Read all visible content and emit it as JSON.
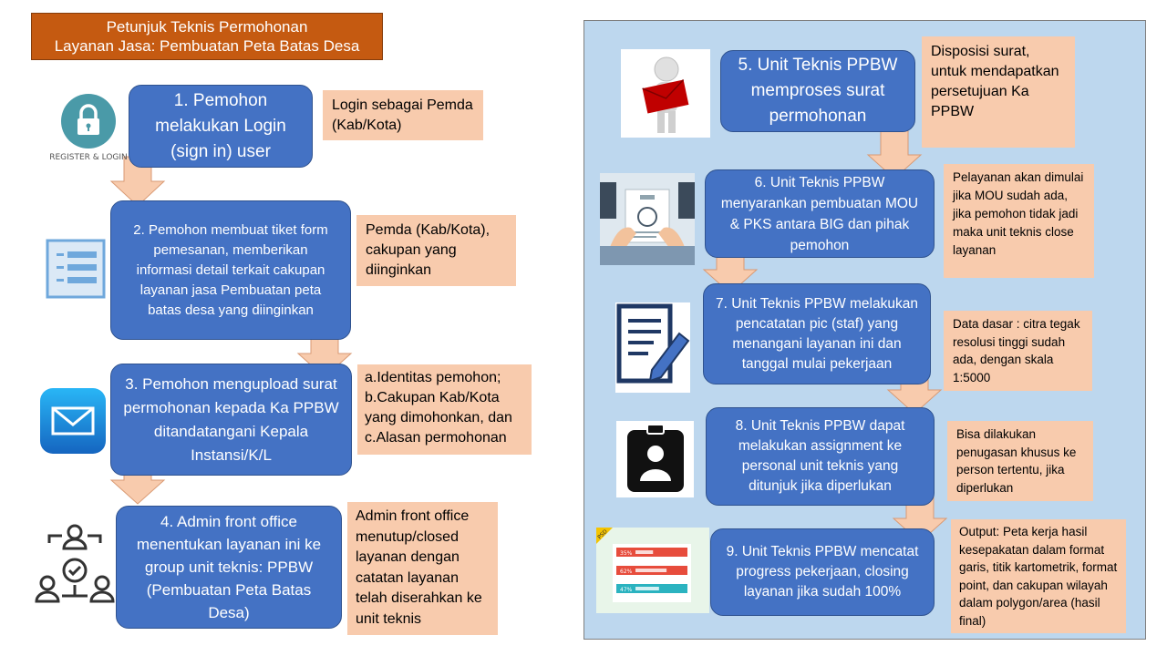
{
  "title": {
    "line1": "Petunjuk Teknis Permohonan",
    "line2": "Layanan Jasa: Pembuatan Peta Batas Desa"
  },
  "icons": {
    "register": {
      "name": "register-login-icon",
      "label": "REGISTER & LOGIN",
      "color": "#4a9aa8"
    },
    "form": {
      "name": "form-list-icon",
      "color": "#6fa8dc"
    },
    "mail": {
      "name": "mail-icon",
      "color": "#1e88e5"
    },
    "team": {
      "name": "team-assign-icon",
      "color": "#333333"
    },
    "person_letter": {
      "name": "person-holding-letter-icon",
      "color": "#c00000"
    },
    "mou": {
      "name": "mou-handshake-icon",
      "color": "#4a5b6b"
    },
    "document_pen": {
      "name": "document-pen-icon",
      "color": "#1f3864"
    },
    "badge": {
      "name": "id-badge-icon",
      "color": "#111111"
    },
    "progress": {
      "name": "progress-bars-icon",
      "label": "PSD",
      "bars": [
        "35%",
        "62%",
        "47%"
      ],
      "fills": [
        0.35,
        0.62,
        0.47
      ],
      "colors": [
        "#e74c3c",
        "#e74c3c",
        "#2bb3c0"
      ]
    }
  },
  "steps": [
    {
      "id": 1,
      "text": "1. Pemohon melakukan Login (sign in) user",
      "note": "Login sebagai Pemda (Kab/Kota)"
    },
    {
      "id": 2,
      "text": "2. Pemohon membuat tiket form pemesanan, memberikan informasi  detail terkait cakupan layanan jasa Pembuatan peta batas desa yang diinginkan",
      "note": "Pemda (Kab/Kota), cakupan yang diinginkan"
    },
    {
      "id": 3,
      "text": "3. Pemohon mengupload surat permohonan kepada Ka PPBW ditandatangani Kepala Instansi/K/L",
      "note": "a.Identitas pemohon;\nb.Cakupan Kab/Kota yang dimohonkan, dan\nc.Alasan permohonan"
    },
    {
      "id": 4,
      "text": "4. Admin front office menentukan layanan ini ke group unit teknis: PPBW (Pembuatan Peta Batas Desa)",
      "note": "Admin front office menutup/closed layanan dengan catatan layanan telah diserahkan ke unit teknis"
    },
    {
      "id": 5,
      "text": "5. Unit Teknis PPBW memproses surat permohonan",
      "note": "Disposisi surat, untuk mendapatkan persetujuan Ka PPBW"
    },
    {
      "id": 6,
      "text": "6. Unit Teknis PPBW menyarankan pembuatan MOU & PKS antara BIG dan pihak pemohon",
      "note": "Pelayanan akan dimulai jika MOU sudah ada, jika pemohon tidak jadi maka unit teknis close layanan"
    },
    {
      "id": 7,
      "text": "7. Unit Teknis PPBW melakukan pencatatan pic (staf) yang menangani layanan ini dan tanggal mulai pekerjaan",
      "note": "Data dasar : citra tegak resolusi tinggi sudah ada, dengan skala 1:5000"
    },
    {
      "id": 8,
      "text": "8. Unit Teknis PPBW dapat melakukan assignment ke personal unit teknis yang ditunjuk jika diperlukan",
      "note": "Bisa dilakukan penugasan khusus ke person tertentu,  jika diperlukan"
    },
    {
      "id": 9,
      "text": "9. Unit Teknis PPBW mencatat progress pekerjaan, closing layanan jika sudah 100%",
      "note": "Output: Peta kerja hasil kesepakatan dalam format garis, titik kartometrik, format point, dan cakupan wilayah  dalam polygon/area (hasil final)"
    }
  ],
  "colors": {
    "step_fill": "#4472c4",
    "note_fill": "#f8cbad",
    "title_fill": "#c55a11",
    "panel_fill": "#bdd7ee",
    "arrow_fill": "#f8cbad"
  }
}
